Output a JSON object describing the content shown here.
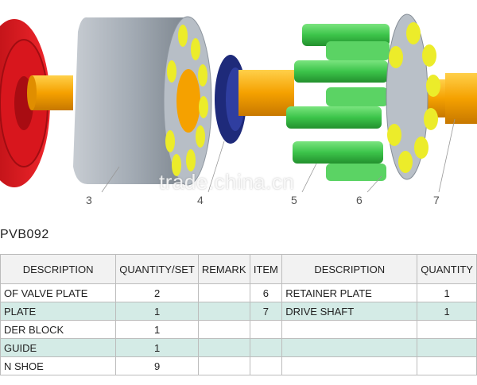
{
  "watermark": "trade.china.cn",
  "callouts": [
    "3",
    "4",
    "5",
    "6",
    "7"
  ],
  "model_title": "PVB092",
  "table": {
    "headers": [
      "DESCRIPTION",
      "QUANTITY/SET",
      "REMARK",
      "ITEM",
      "DESCRIPTION",
      "QUANTITY"
    ],
    "rows": [
      {
        "desc": "OF VALVE PLATE",
        "qty": "2",
        "remark": "",
        "item": "6",
        "desc2": "RETAINER PLATE",
        "qty2": "1"
      },
      {
        "desc": "PLATE",
        "qty": "1",
        "remark": "",
        "item": "7",
        "desc2": "DRIVE SHAFT",
        "qty2": "1"
      },
      {
        "desc": "DER BLOCK",
        "qty": "1",
        "remark": "",
        "item": "",
        "desc2": "",
        "qty2": ""
      },
      {
        "desc": "GUIDE",
        "qty": "1",
        "remark": "",
        "item": "",
        "desc2": "",
        "qty2": ""
      },
      {
        "desc": "N SHOE",
        "qty": "9",
        "remark": "",
        "item": "",
        "desc2": "",
        "qty2": ""
      }
    ]
  },
  "colors": {
    "red_part": "#e8141c",
    "gray_block": "#9aa3ad",
    "yellow": "#ecec2a",
    "orange_shaft": "#f5a100",
    "navy_guide": "#1e2a7a",
    "green_piston": "#3cc44a",
    "table_alt": "#d4ebe6"
  }
}
